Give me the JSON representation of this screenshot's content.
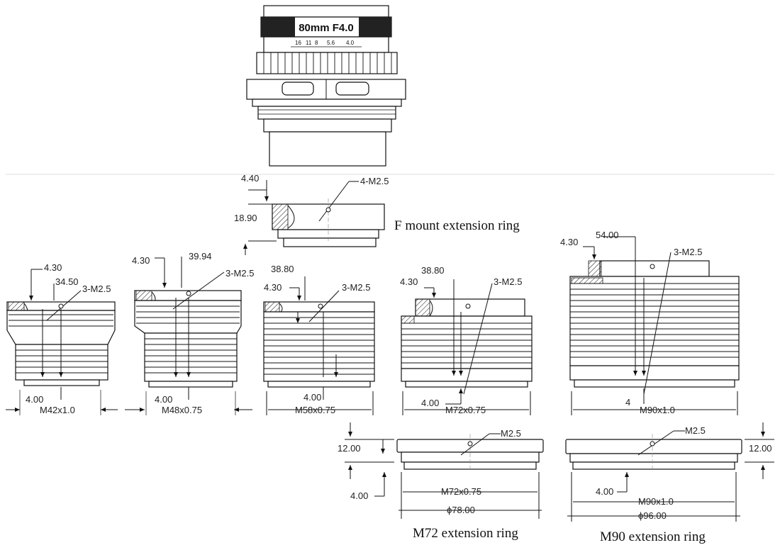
{
  "lens": {
    "label": "80mm F4.0",
    "scale": [
      "16",
      "11",
      "8",
      "5.6",
      "4.0"
    ]
  },
  "fmount": {
    "caption": "F mount extension ring",
    "dim_top": "4.40",
    "dim_height": "18.90",
    "screw": "4-M2.5"
  },
  "m42": {
    "dim_top": "4.30",
    "dim_offset": "34.50",
    "screw": "3-M2.5",
    "dim_bottom": "4.00",
    "thread": "M42x1.0"
  },
  "m48": {
    "dim_top": "4.30",
    "dim_offset": "39.94",
    "screw": "3-M2.5",
    "dim_bottom": "4.00",
    "thread": "M48x0.75"
  },
  "m58": {
    "dim_top": "4.30",
    "dim_offset": "38.80",
    "screw": "3-M2.5",
    "dim_bottom": "4.00",
    "thread": "M58x0.75"
  },
  "m72": {
    "dim_top": "4.30",
    "dim_offset": "38.80",
    "screw": "3-M2.5",
    "dim_bottom": "4.00",
    "thread": "M72x0.75"
  },
  "m90": {
    "dim_top": "4.30",
    "dim_offset": "54.00",
    "screw": "3-M2.5",
    "dim_bottom": "4",
    "thread": "M90x1.0"
  },
  "m72ring": {
    "caption": "M72 extension ring",
    "screw": "M2.5",
    "dim_height": "12.00",
    "dim_bottom": "4.00",
    "thread": "M72x0.75",
    "diameter": "ϕ78.00"
  },
  "m90ring": {
    "caption": "M90 extension ring",
    "screw": "M2.5",
    "dim_height": "12.00",
    "dim_bottom": "4.00",
    "thread": "M90x1.0",
    "diameter": "ϕ96.00"
  }
}
